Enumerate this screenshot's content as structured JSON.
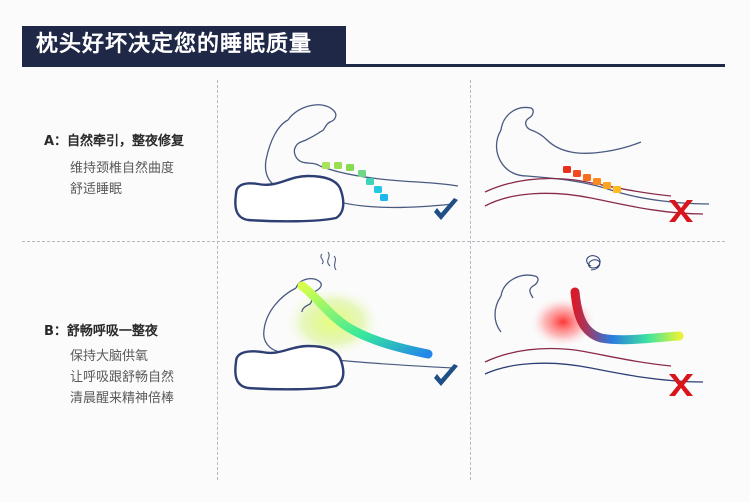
{
  "header": {
    "title": "枕头好坏决定您的睡眠质量"
  },
  "sections": [
    {
      "title": "A：自然牵引，整夜修复",
      "desc": [
        "维持颈椎自然曲度",
        "舒适睡眠"
      ]
    },
    {
      "title": "B：舒畅呼吸一整夜",
      "desc": [
        "保持大脑供氧",
        "让呼吸跟舒畅自然",
        "清晨醒来精神倍棒"
      ]
    }
  ],
  "icons": {
    "good": "check-icon",
    "bad": "cross-icon"
  },
  "colors": {
    "navy": "#1f2847",
    "check": "#1f4f86",
    "cross": "#d9141b"
  }
}
